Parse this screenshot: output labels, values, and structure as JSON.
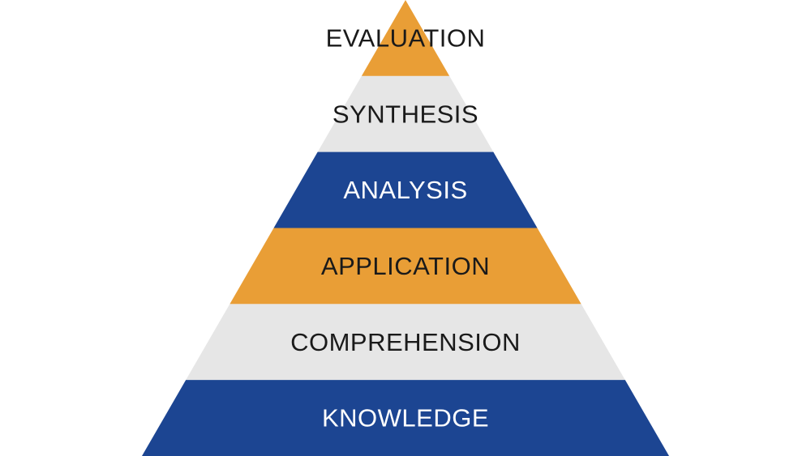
{
  "diagram": {
    "type": "pyramid",
    "tiers": [
      {
        "label": "EVALUATION",
        "fill": "#E99E36",
        "text_color": "#1a1a1a"
      },
      {
        "label": "SYNTHESIS",
        "fill": "#E6E6E6",
        "text_color": "#1a1a1a"
      },
      {
        "label": "ANALYSIS",
        "fill": "#1C4592",
        "text_color": "#ffffff"
      },
      {
        "label": "APPLICATION",
        "fill": "#E99E36",
        "text_color": "#1a1a1a"
      },
      {
        "label": "COMPREHENSION",
        "fill": "#E6E6E6",
        "text_color": "#1a1a1a"
      },
      {
        "label": "KNOWLEDGE",
        "fill": "#1C4592",
        "text_color": "#ffffff"
      }
    ]
  }
}
